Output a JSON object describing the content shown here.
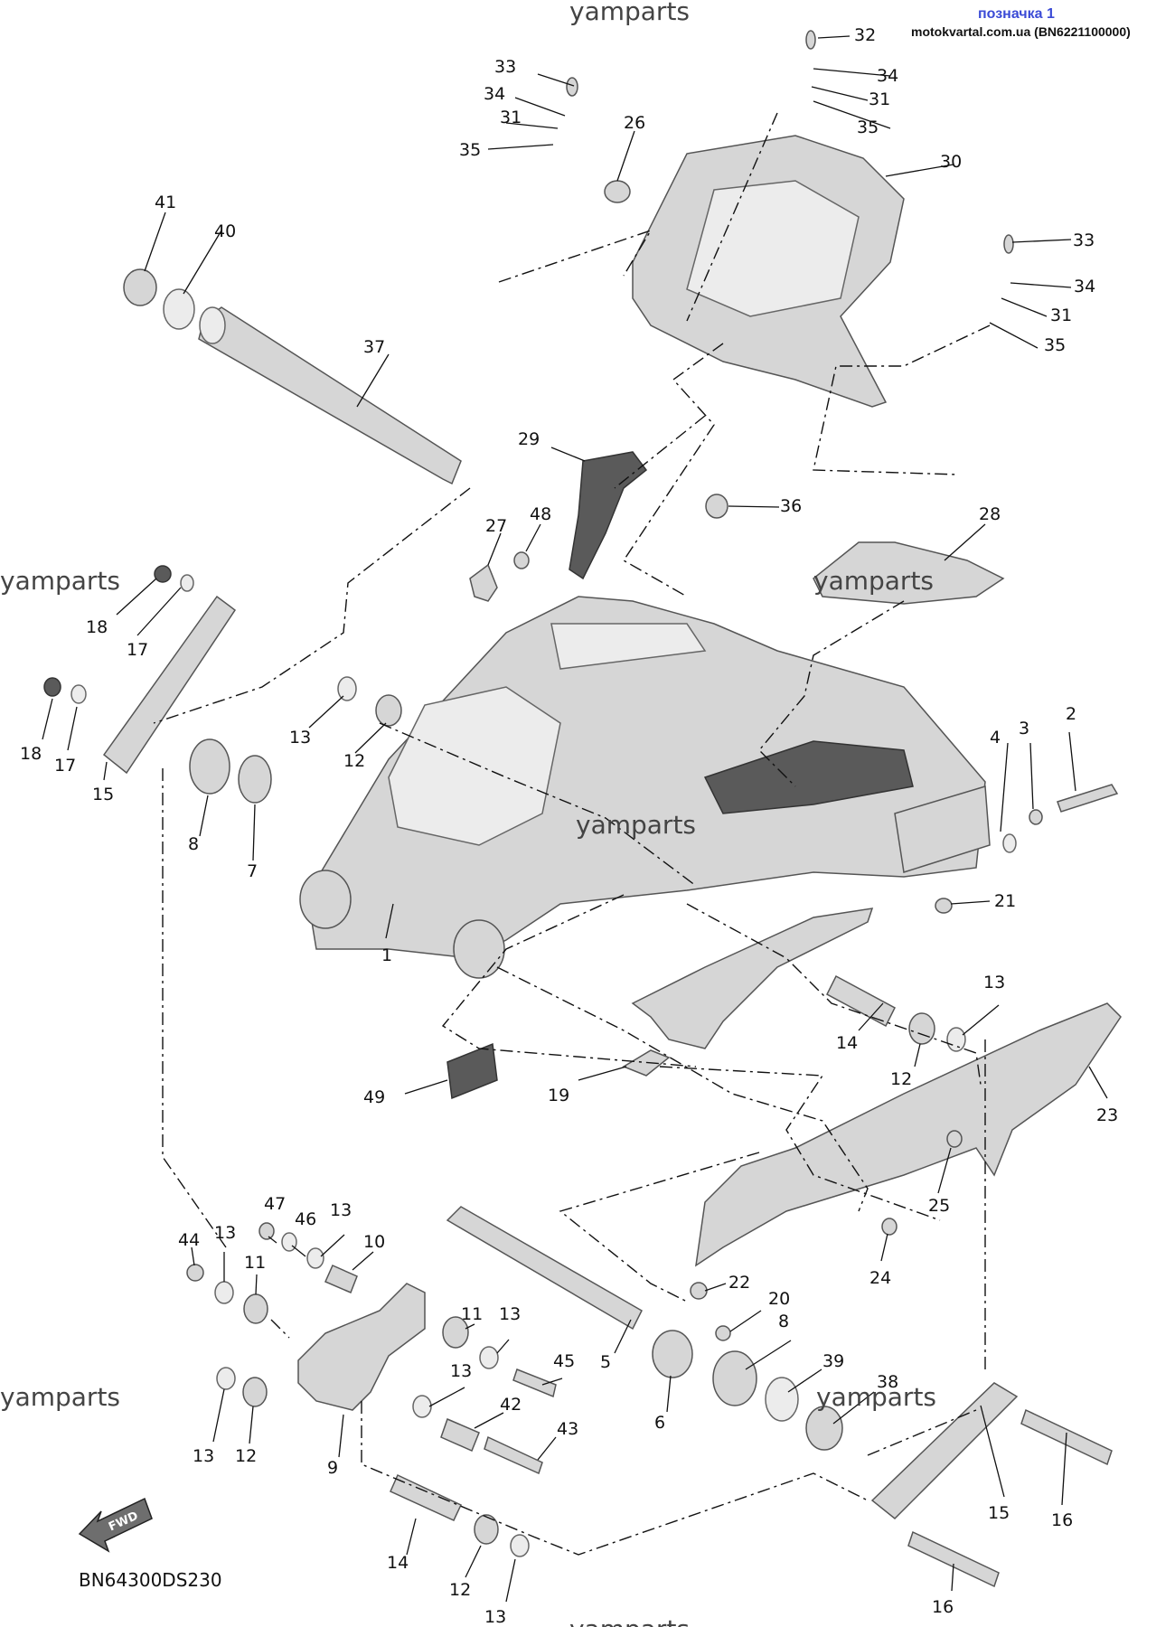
{
  "header": {
    "label": "позначка 1",
    "source": "motokvartal.com.ua (BN6221100000)"
  },
  "watermarks": [
    "yamparts",
    "yamparts",
    "yamparts",
    "yamparts",
    "yamparts",
    "yamparts",
    "yamparts"
  ],
  "diagram_code": "BN64300DS230",
  "fwd_label": "FWD",
  "callouts": [
    "1",
    "2",
    "3",
    "4",
    "5",
    "6",
    "7",
    "8",
    "8",
    "9",
    "10",
    "11",
    "11",
    "11",
    "12",
    "12",
    "12",
    "12",
    "12",
    "13",
    "13",
    "13",
    "13",
    "13",
    "13",
    "13",
    "13",
    "13",
    "14",
    "14",
    "15",
    "15",
    "16",
    "16",
    "17",
    "17",
    "18",
    "18",
    "19",
    "20",
    "21",
    "22",
    "23",
    "24",
    "25",
    "26",
    "27",
    "28",
    "29",
    "30",
    "31",
    "31",
    "31",
    "32",
    "33",
    "33",
    "34",
    "34",
    "34",
    "35",
    "35",
    "35",
    "36",
    "37",
    "38",
    "39",
    "40",
    "41",
    "42",
    "43",
    "44",
    "45",
    "46",
    "47",
    "48",
    "49"
  ]
}
